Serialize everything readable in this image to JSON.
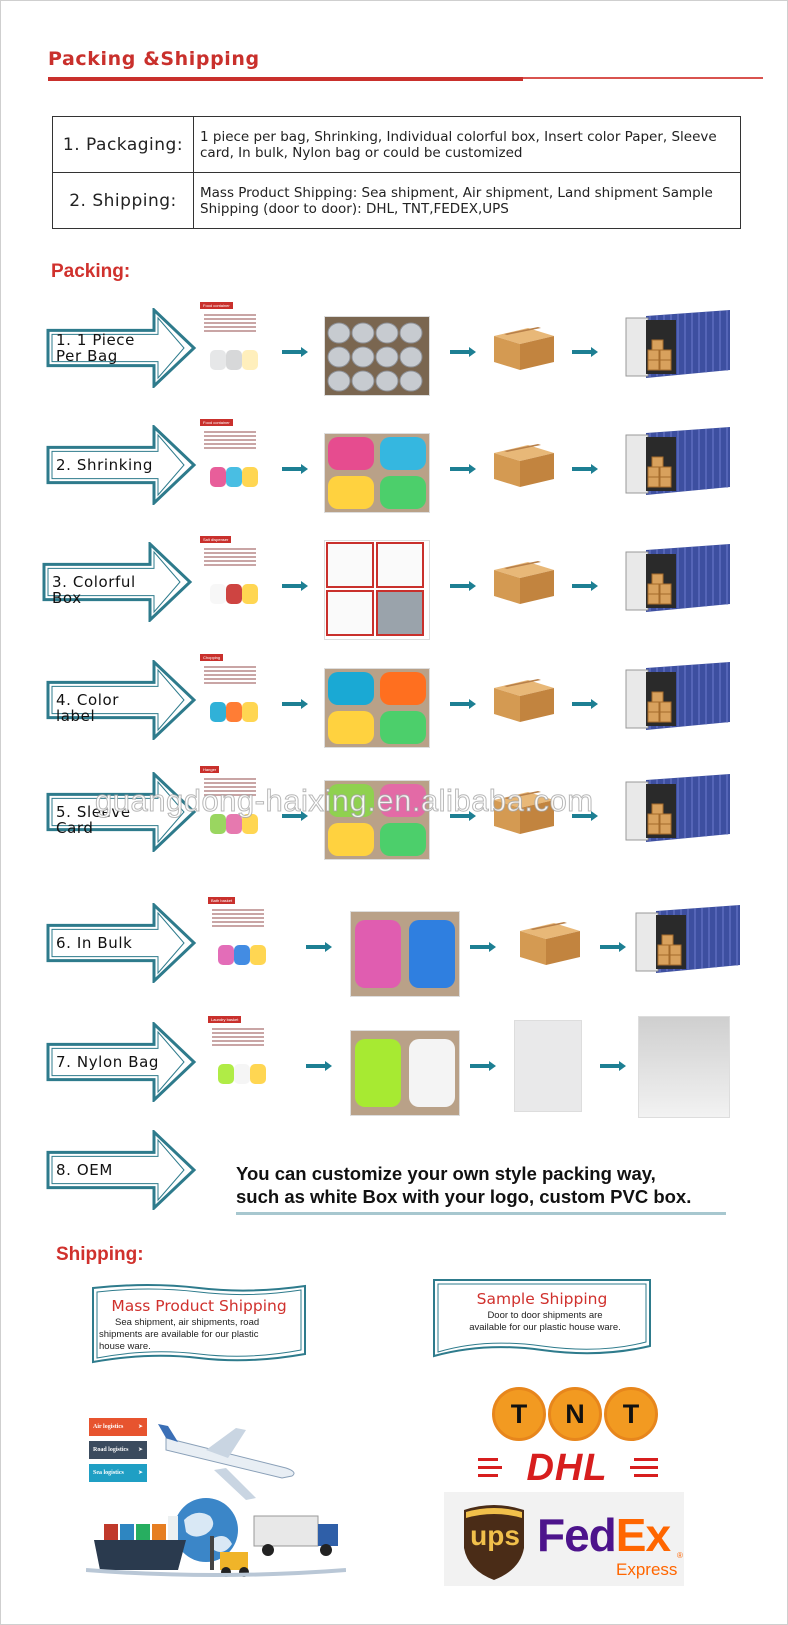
{
  "header": {
    "title": "Packing &Shipping"
  },
  "info_table": [
    {
      "label": "1.  Packaging:",
      "value": "1 piece per bag, Shrinking, Individual colorful box, Insert color Paper, Sleeve card, In bulk, Nylon bag or could be customized"
    },
    {
      "label": "2.  Shipping:",
      "value": "Mass Product Shipping: Sea shipment, Air shipment, Land shipment Sample Shipping (door to door): DHL, TNT,FEDEX,UPS"
    }
  ],
  "packing": {
    "heading": "Packing:",
    "rows": [
      {
        "label": "1. 1 Piece Per Bag",
        "card_title": "Food container"
      },
      {
        "label": "2. Shrinking",
        "card_title": "Food container"
      },
      {
        "label": "3. Colorful Box",
        "card_title": "Salt dispenser"
      },
      {
        "label": "4. Color label",
        "card_title": "Chopping"
      },
      {
        "label": "5. Sleeve Card",
        "card_title": "Hanger"
      },
      {
        "label": "6. In Bulk",
        "card_title": "Bath basket"
      },
      {
        "label": "7. Nylon Bag",
        "card_title": "Laundry basket"
      },
      {
        "label": "8. OEM"
      }
    ],
    "oem_text_line1": "You can customize your own style packing way,",
    "oem_text_line2": "such as white Box with your logo, custom PVC box."
  },
  "watermark": "guangdong-haixing.en.alibaba.com",
  "shipping": {
    "heading": "Shipping:",
    "mass": {
      "title": "Mass Product Shipping",
      "desc_line1": "Sea shipment, air shipments, road",
      "desc_line2": "shipments are available for our plastic",
      "desc_line3": "house ware."
    },
    "sample": {
      "title": "Sample Shipping",
      "desc_line1": "Door to door shipments are",
      "desc_line2": "available for our  plastic house ware."
    },
    "logistics": [
      "Air logistics",
      "Road logistics",
      "Sea logistics"
    ],
    "carriers": {
      "tnt": [
        "T",
        "N",
        "T"
      ],
      "dhl": "DHL",
      "ups": "ups",
      "fedex_fe": "Fed",
      "fedex_ex": "Ex",
      "express": "Express"
    }
  },
  "colors": {
    "accent": "#c9302c",
    "arrow": "#2e8b9a",
    "container": "#3d4fa0",
    "carton": "#d8a15d"
  }
}
